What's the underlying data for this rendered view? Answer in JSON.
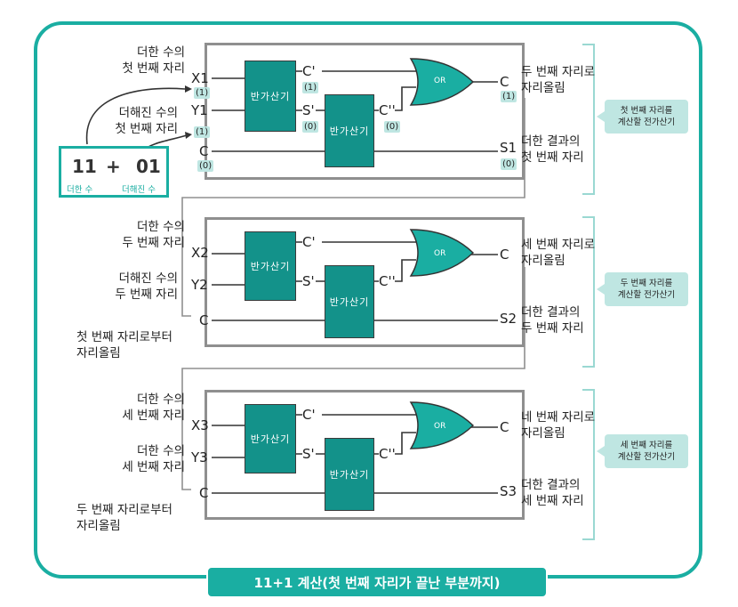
{
  "caption": "11+1 계산(첫 번째 자리가 끝난 부분까지)",
  "colors": {
    "accent": "#1aaea2",
    "gate": "#13928a",
    "note_bg": "#bfe6e2",
    "stage_border": "#8f8f8f"
  },
  "equation": {
    "left": "11",
    "op": "+",
    "right": "01",
    "left_label": "더한 수",
    "right_label": "더해진 수"
  },
  "gate_labels": {
    "half_adder": "반가산기",
    "or": "OR"
  },
  "stages": [
    {
      "addend_label": "더한 수의\n첫 번째 자리",
      "augend_label": "더해진 수의\n첫 번째 자리",
      "x": "X1",
      "y": "Y1",
      "c_in": "C",
      "c1": "C'",
      "s1": "S'",
      "c2": "C''",
      "carry_out": "C",
      "sum_out": "S1",
      "carry_text": "두 번째 자리로\n자리올림",
      "sum_text": "더한 결과의\n첫 번째 자리",
      "note": "첫 번째 자리를\n계산할 전가산기",
      "values": {
        "x": "(1)",
        "y": "(1)",
        "c_in": "(0)",
        "c1": "(1)",
        "s1": "(0)",
        "c2": "(0)",
        "carry_out": "(1)",
        "sum_out": "(0)"
      }
    },
    {
      "addend_label": "더한 수의\n두 번째 자리",
      "augend_label": "더해진 수의\n두 번째 자리",
      "carry_in_label": "첫 번째 자리로부터\n자리올림",
      "x": "X2",
      "y": "Y2",
      "c_in": "C",
      "c1": "C'",
      "s1": "S'",
      "c2": "C''",
      "carry_out": "C",
      "sum_out": "S2",
      "carry_text": "세 번째 자리로\n자리올림",
      "sum_text": "더한 결과의\n두 번째 자리",
      "note": "두 번째 자리를\n계산할 전가산기"
    },
    {
      "addend_label": "더한 수의\n세 번째 자리",
      "augend_label": "더한 수의\n세 번째 자리",
      "carry_in_label": "두 번째 자리로부터\n자리올림",
      "x": "X3",
      "y": "Y3",
      "c_in": "C",
      "c1": "C'",
      "s1": "S'",
      "c2": "C''",
      "carry_out": "C",
      "sum_out": "S3",
      "carry_text": "네 번째 자리로\n자리올림",
      "sum_text": "더한 결과의\n세 번째 자리",
      "note": "세 번째 자리를\n계산할 전가산기"
    }
  ]
}
